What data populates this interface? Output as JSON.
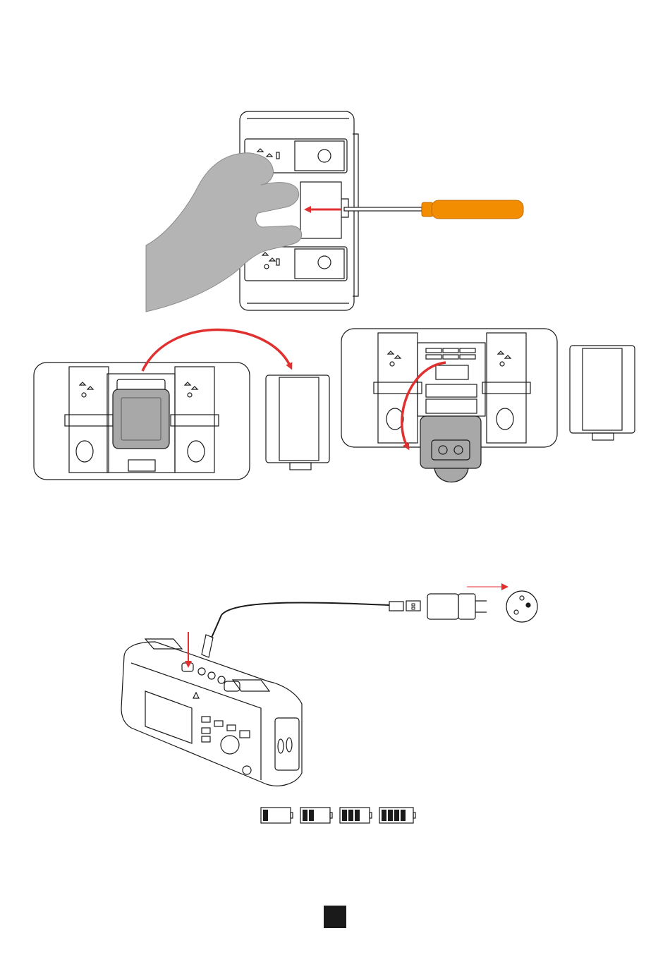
{
  "figure": {
    "steps": [
      {
        "name": "remove-battery-cover",
        "tool": "screwdriver-icon"
      },
      {
        "name": "lift-cover-off",
        "tool": "none"
      },
      {
        "name": "unplug-battery",
        "tool": "none"
      },
      {
        "name": "connect-usb-charger",
        "tool": "usb-cable-icon"
      }
    ],
    "battery_levels": [
      {
        "bars": 1,
        "of": 4
      },
      {
        "bars": 2,
        "of": 4
      },
      {
        "bars": 3,
        "of": 4
      },
      {
        "bars": 4,
        "of": 4
      }
    ],
    "colors": {
      "arrow": "#e03030",
      "screwdriver_handle": "#f28c00",
      "hand_fill": "#b4b4b4",
      "battery_fill": "#a8a8a8",
      "line": "#1a1a1a",
      "page_marker": "#1a1a1a"
    }
  }
}
